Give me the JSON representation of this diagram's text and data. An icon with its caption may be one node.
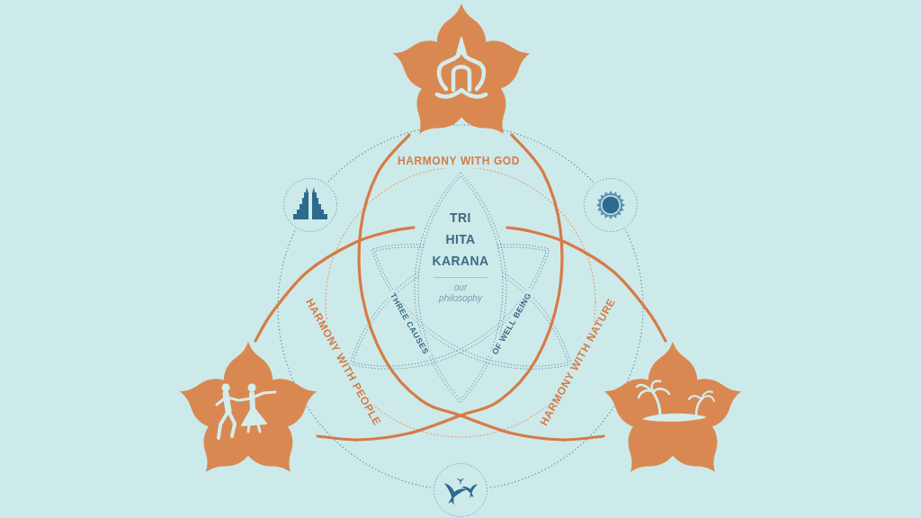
{
  "diagram": {
    "nodes": [
      {
        "text": [],
        "shape": "flower"
      },
      {
        "text": [
          "TRI HITA KARANA",
          "our philosophy"
        ]
      },
      {
        "text": [],
        "shape": "flower"
      },
      {
        "text": [],
        "shape": "flower"
      }
    ],
    "edges": [
      {
        "from": 0,
        "to": 3,
        "arrow": "none"
      },
      {
        "from": 0,
        "to": 2,
        "arrow": "none"
      },
      {
        "from": 2,
        "to": 1,
        "arrow": "none"
      },
      {
        "from": 1,
        "to": 3,
        "arrow": "none"
      }
    ],
    "labels": [
      "HARMONY WITH GOD",
      "HARMONY WITH PEOPLE",
      "THREE CAUSES",
      "OF WELL BEING",
      "HARMONY WITH NATURE"
    ]
  }
}
